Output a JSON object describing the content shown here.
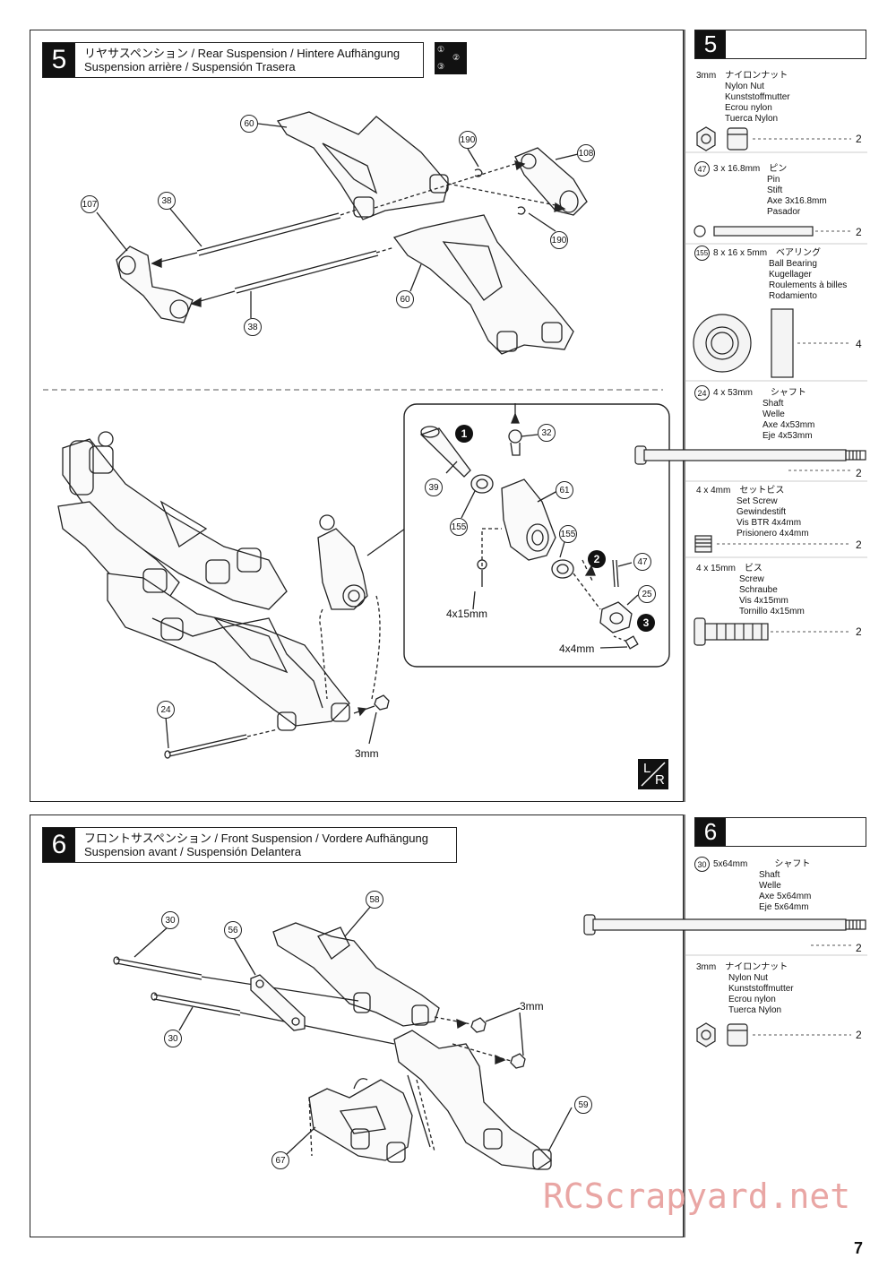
{
  "step5": {
    "number": "5",
    "title_line1": "リヤサスペンション / Rear Suspension / Hintere Aufhängung",
    "title_line2": "Suspension arrière / Suspensión Trasera",
    "sequence_icon": "①→②③ sequence icon",
    "labels": {
      "nut_3mm": "3mm",
      "screw_4x15": "4x15mm",
      "screw_4x4": "4x4mm"
    },
    "callouts": {
      "c60a": "60",
      "c190a": "190",
      "c108": "108",
      "c107": "107",
      "c38a": "38",
      "c190b": "190",
      "c60b": "60",
      "c38b": "38",
      "c32": "32",
      "c39": "39",
      "c61": "61",
      "c155a": "155",
      "c155b": "155",
      "c47": "47",
      "c25": "25",
      "c24": "24"
    },
    "seq": {
      "s1": "1",
      "s2": "2",
      "s3": "3"
    },
    "lr_mark": "L/R"
  },
  "side5": {
    "number": "5",
    "parts": [
      {
        "name_line1": "3mm　ナイロンナット",
        "names": [
          "Nylon Nut",
          "Kunststoffmutter",
          "Ecrou nylon",
          "Tuerca Nylon"
        ],
        "qty": "2"
      },
      {
        "id": "47",
        "size": "3 x 16.8mm",
        "jp": "ピン",
        "names": [
          "Pin",
          "Stift",
          "Axe 3x16.8mm",
          "Pasador"
        ],
        "qty": "2"
      },
      {
        "id": "155",
        "size": "8 x 16 x 5mm",
        "jp": "ベアリング",
        "names": [
          "Ball Bearing",
          "Kugellager",
          "Roulements à billes",
          "Rodamiento"
        ],
        "qty": "4"
      },
      {
        "id": "24",
        "size": "4 x 53mm",
        "jp": "シャフト",
        "names": [
          "Shaft",
          "Welle",
          "Axe 4x53mm",
          "Eje 4x53mm"
        ],
        "qty": "2"
      },
      {
        "name_line1": "4 x 4mm　セットビス",
        "names": [
          "Set Screw",
          "Gewindestift",
          "Vis BTR 4x4mm",
          "Prisionero 4x4mm"
        ],
        "qty": "2"
      },
      {
        "name_line1": "4 x 15mm　ビス",
        "names": [
          "Screw",
          "Schraube",
          "Vis 4x15mm",
          "Tornillo 4x15mm"
        ],
        "qty": "2"
      }
    ]
  },
  "step6": {
    "number": "6",
    "title_line1": "フロントサスペンション / Front Suspension / Vordere Aufhängung",
    "title_line2": "Suspension avant / Suspensión Delantera",
    "labels": {
      "nut_3mm": "3mm"
    },
    "callouts": {
      "c58": "58",
      "c30a": "30",
      "c56": "56",
      "c30b": "30",
      "c59": "59",
      "c67": "67"
    }
  },
  "side6": {
    "number": "6",
    "parts": [
      {
        "id": "30",
        "size": "5x64mm",
        "jp": "シャフト",
        "names": [
          "Shaft",
          "Welle",
          "Axe 5x64mm",
          "Eje 5x64mm"
        ],
        "qty": "2"
      },
      {
        "name_line1": "3mm　ナイロンナット",
        "names": [
          "Nylon Nut",
          "Kunststoffmutter",
          "Ecrou nylon",
          "Tuerca Nylon"
        ],
        "qty": "2"
      }
    ]
  },
  "watermark": "RCScrapyard.net",
  "page_number": "7"
}
